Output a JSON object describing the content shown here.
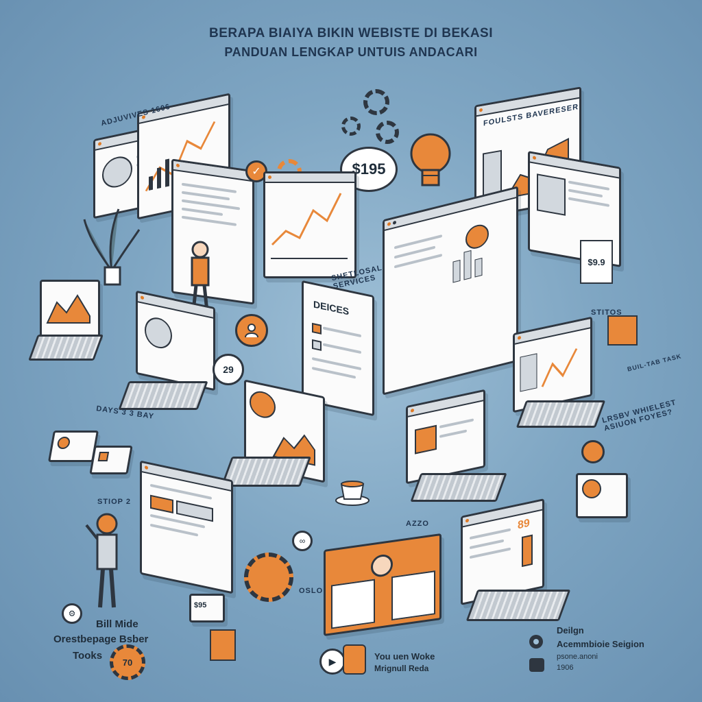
{
  "header": {
    "title_line1": "BERAPA BIAIYA BIKIN WEBISTE DI BEKASI",
    "title_line2": "PANDUAN LENGKAP UNTUIS ANDACARI"
  },
  "labels": {
    "adjuvives": "ADJUVIVES 1606",
    "roulsts": "FOULSTS BAVERESER",
    "price_bubble": "$195",
    "count_bubble": "29",
    "services": "SHETLOSAL SERVICES",
    "deices": "DEICES",
    "dates": "DAYS 3 3 BAY",
    "stitos": "STITOS",
    "buil_tab": "BUIL-TAB TASK",
    "lrsbv": "LRSBV WHIELEST ASIUON FOYES?",
    "step2": "STIOP 2",
    "azzo": "AZZO",
    "oslo": "OSLO",
    "card_price": "$9.9",
    "laptop_price": "89",
    "box_price": "$95"
  },
  "bottom_left": {
    "line1": "Bill Mide",
    "line2": "Orestbepage Bsber",
    "line3": "Tooks",
    "badge": "70"
  },
  "bottom_center": {
    "line1": "You uen Woke",
    "line2": "Mrignull Reda"
  },
  "bottom_right": {
    "line1": "Deilgn",
    "line2": "Acemmbioie Seigion",
    "line3": "psone.anoni",
    "line4": "1906"
  },
  "icons": [
    "gear-icon",
    "lightbulb-icon",
    "user-icon",
    "play-icon",
    "plant-icon",
    "coffee-cup-icon",
    "camera-icon",
    "chart-icon",
    "person-icon"
  ],
  "colors": {
    "background": "#7fa6c3",
    "accent": "#e8883a",
    "outline": "#2e3640"
  }
}
